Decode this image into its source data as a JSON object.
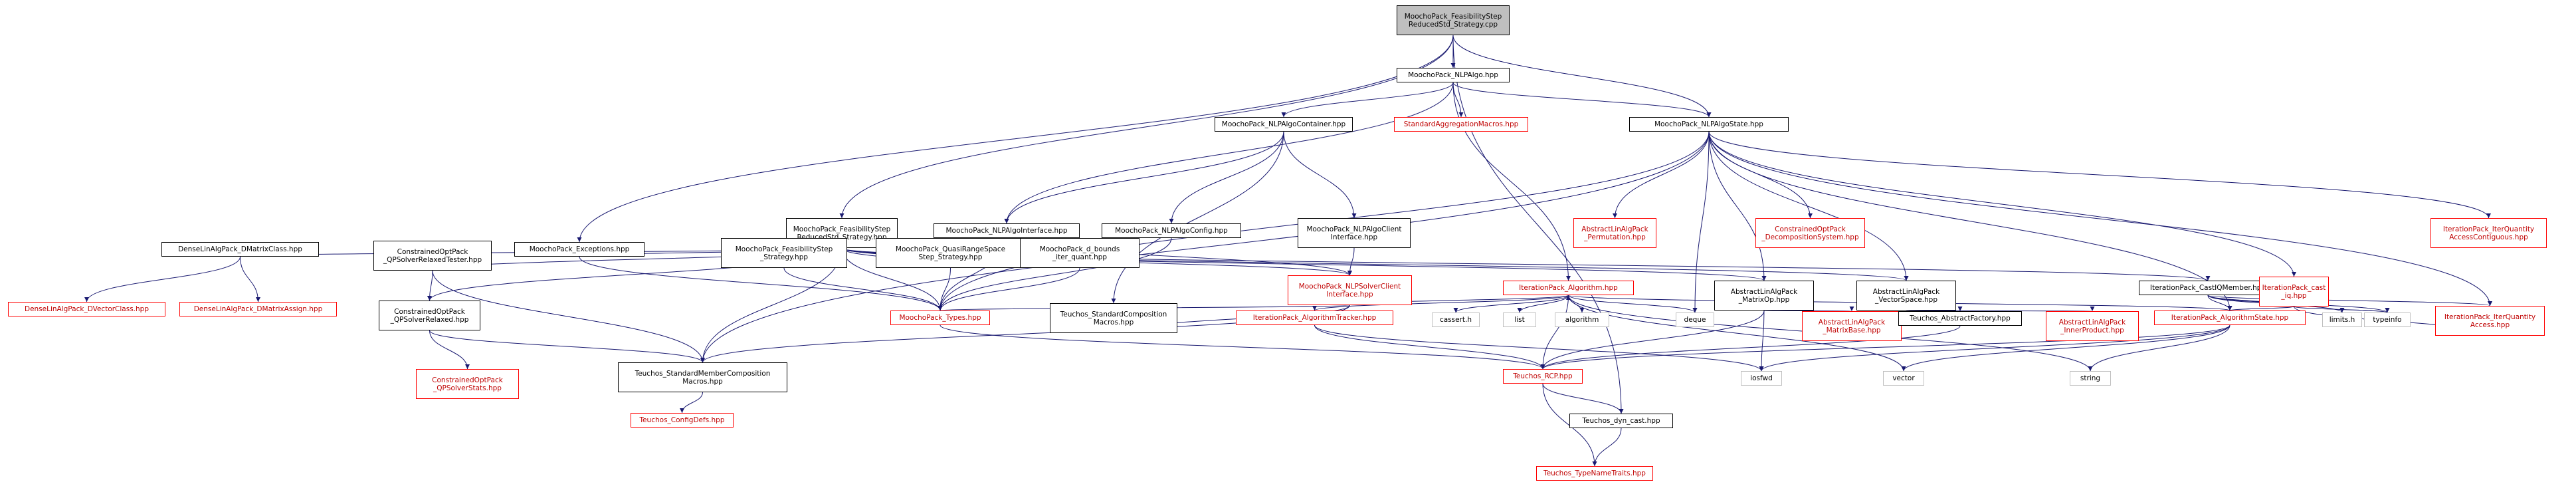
{
  "nodes": {
    "root": {
      "label": "MoochoPack_FeasibilityStep\nReducedStd_Strategy.cpp",
      "style": "root"
    },
    "nlpalgo": {
      "label": "MoochoPack_NLPAlgo.hpp",
      "style": "black"
    },
    "nlpalgocontainer": {
      "label": "MoochoPack_NLPAlgoContainer.hpp",
      "style": "black"
    },
    "stdagg": {
      "label": "StandardAggregationMacros.hpp",
      "style": "red"
    },
    "nlpalgostate": {
      "label": "MoochoPack_NLPAlgoState.hpp",
      "style": "black"
    },
    "fshpp": {
      "label": "MoochoPack_FeasibilityStep\nReducedStd_Strategy.hpp",
      "style": "black"
    },
    "nlpalgointerface": {
      "label": "MoochoPack_NLPAlgoInterface.hpp",
      "style": "black"
    },
    "nlpalgoconfig": {
      "label": "MoochoPack_NLPAlgoConfig.hpp",
      "style": "black"
    },
    "nlpalgoclient": {
      "label": "MoochoPack_NLPAlgoClient\nInterface.hpp",
      "style": "black"
    },
    "perm": {
      "label": "AbstractLinAlgPack\n_Permutation.hpp",
      "style": "red"
    },
    "decomp": {
      "label": "ConstrainedOptPack\n_DecompositionSystem.hpp",
      "style": "red"
    },
    "iqac": {
      "label": "IterationPack_IterQuantity\nAccessContiguous.hpp",
      "style": "red"
    },
    "dmatrixclass": {
      "label": "DenseLinAlgPack_DMatrixClass.hpp",
      "style": "black"
    },
    "qpsrt": {
      "label": "ConstrainedOptPack\n_QPSolverRelaxedTester.hpp",
      "style": "black"
    },
    "exceptions": {
      "label": "MoochoPack_Exceptions.hpp",
      "style": "black"
    },
    "fsstrat": {
      "label": "MoochoPack_FeasibilityStep\n_Strategy.hpp",
      "style": "black"
    },
    "qrange": {
      "label": "MoochoPack_QuasiRangeSpace\nStep_Strategy.hpp",
      "style": "black"
    },
    "dbounds": {
      "label": "MoochoPack_d_bounds\n_iter_quant.hpp",
      "style": "black"
    },
    "nlpsolverclient": {
      "label": "MoochoPack_NLPSolverClient\nInterface.hpp",
      "style": "red"
    },
    "algorithm": {
      "label": "IterationPack_Algorithm.hpp",
      "style": "red"
    },
    "matrixop": {
      "label": "AbstractLinAlgPack\n_MatrixOp.hpp",
      "style": "black"
    },
    "vectorspace": {
      "label": "AbstractLinAlgPack\n_VectorSpace.hpp",
      "style": "black"
    },
    "castiq": {
      "label": "IterationPack_CastIQMember.hpp",
      "style": "black"
    },
    "cast_iq": {
      "label": "IterationPack_cast\n_iq.hpp",
      "style": "red"
    },
    "dvectorclass": {
      "label": "DenseLinAlgPack_DVectorClass.hpp",
      "style": "red"
    },
    "dmatrixassign": {
      "label": "DenseLinAlgPack_DMatrixAssign.hpp",
      "style": "red"
    },
    "qpsr": {
      "label": "ConstrainedOptPack\n_QPSolverRelaxed.hpp",
      "style": "black"
    },
    "types": {
      "label": "MoochoPack_Types.hpp",
      "style": "red"
    },
    "stdcomp": {
      "label": "Teuchos_StandardComposition\nMacros.hpp",
      "style": "black"
    },
    "tracker": {
      "label": "IterationPack_AlgorithmTracker.hpp",
      "style": "red"
    },
    "cassert": {
      "label": "cassert.h",
      "style": "plain"
    },
    "list": {
      "label": "list",
      "style": "plain"
    },
    "algorithm_std": {
      "label": "algorithm",
      "style": "plain"
    },
    "deque": {
      "label": "deque",
      "style": "plain"
    },
    "matrixbase": {
      "label": "AbstractLinAlgPack\n_MatrixBase.hpp",
      "style": "red"
    },
    "absfactory": {
      "label": "Teuchos_AbstractFactory.hpp",
      "style": "black"
    },
    "innerproduct": {
      "label": "AbstractLinAlgPack\n_InnerProduct.hpp",
      "style": "red"
    },
    "algostate": {
      "label": "IterationPack_AlgorithmState.hpp",
      "style": "red"
    },
    "limits": {
      "label": "limits.h",
      "style": "plain"
    },
    "typeinfo": {
      "label": "typeinfo",
      "style": "plain"
    },
    "iqa": {
      "label": "IterationPack_IterQuantity\nAccess.hpp",
      "style": "red"
    },
    "qpstats": {
      "label": "ConstrainedOptPack\n_QPSolverStats.hpp",
      "style": "red"
    },
    "stdmember": {
      "label": "Teuchos_StandardMemberComposition\nMacros.hpp",
      "style": "black"
    },
    "rcp": {
      "label": "Teuchos_RCP.hpp",
      "style": "red"
    },
    "iosfwd": {
      "label": "iosfwd",
      "style": "plain"
    },
    "vector": {
      "label": "vector",
      "style": "plain"
    },
    "string": {
      "label": "string",
      "style": "plain"
    },
    "configdefs": {
      "label": "Teuchos_ConfigDefs.hpp",
      "style": "red"
    },
    "dyncast": {
      "label": "Teuchos_dyn_cast.hpp",
      "style": "black"
    },
    "typenametraits": {
      "label": "Teuchos_TypeNameTraits.hpp",
      "style": "red"
    }
  },
  "edges": [
    [
      "root",
      "nlpalgo"
    ],
    [
      "root",
      "fshpp"
    ],
    [
      "root",
      "nlpalgostate"
    ],
    [
      "root",
      "exceptions"
    ],
    [
      "root",
      "dyncast"
    ],
    [
      "nlpalgo",
      "nlpalgocontainer"
    ],
    [
      "nlpalgo",
      "stdagg"
    ],
    [
      "nlpalgo",
      "nlpalgostate"
    ],
    [
      "nlpalgo",
      "algorithm"
    ],
    [
      "nlpalgo",
      "nlpalgointerface"
    ],
    [
      "nlpalgocontainer",
      "nlpalgointerface"
    ],
    [
      "nlpalgocontainer",
      "nlpalgoconfig"
    ],
    [
      "nlpalgocontainer",
      "nlpalgoclient"
    ],
    [
      "nlpalgocontainer",
      "stdcomp"
    ],
    [
      "nlpalgostate",
      "perm"
    ],
    [
      "nlpalgostate",
      "decomp"
    ],
    [
      "nlpalgostate",
      "iqac"
    ],
    [
      "nlpalgostate",
      "cast_iq"
    ],
    [
      "nlpalgostate",
      "matrixop"
    ],
    [
      "nlpalgostate",
      "vectorspace"
    ],
    [
      "nlpalgostate",
      "deque"
    ],
    [
      "nlpalgostate",
      "types"
    ],
    [
      "nlpalgostate",
      "algostate"
    ],
    [
      "nlpalgostate",
      "iqa"
    ],
    [
      "nlpalgostate",
      "stdmember"
    ],
    [
      "fshpp",
      "dmatrixclass"
    ],
    [
      "fshpp",
      "qpsrt"
    ],
    [
      "fshpp",
      "qpsr"
    ],
    [
      "fshpp",
      "exceptions"
    ],
    [
      "fshpp",
      "fsstrat"
    ],
    [
      "fshpp",
      "qrange"
    ],
    [
      "fshpp",
      "dbounds"
    ],
    [
      "fshpp",
      "nlpsolverclient"
    ],
    [
      "fshpp",
      "matrixop"
    ],
    [
      "fshpp",
      "vectorspace"
    ],
    [
      "fshpp",
      "castiq"
    ],
    [
      "fshpp",
      "types"
    ],
    [
      "fshpp",
      "stdmember"
    ],
    [
      "nlpalgointerface",
      "types"
    ],
    [
      "nlpalgointerface",
      "nlpsolverclient"
    ],
    [
      "nlpalgoconfig",
      "types"
    ],
    [
      "nlpalgoclient",
      "nlpsolverclient"
    ],
    [
      "dmatrixclass",
      "dvectorclass"
    ],
    [
      "dmatrixclass",
      "dmatrixassign"
    ],
    [
      "qpsrt",
      "qpsr"
    ],
    [
      "qpsrt",
      "stdmember"
    ],
    [
      "exceptions",
      "types"
    ],
    [
      "fsstrat",
      "types"
    ],
    [
      "qrange",
      "types"
    ],
    [
      "dbounds",
      "types"
    ],
    [
      "nlpsolverclient",
      "types"
    ],
    [
      "nlpsolverclient",
      "stdcomp"
    ],
    [
      "nlpsolverclient",
      "stdmember"
    ],
    [
      "nlpsolverclient",
      "algorithm"
    ],
    [
      "algorithm",
      "tracker"
    ],
    [
      "algorithm",
      "cassert"
    ],
    [
      "algorithm",
      "list"
    ],
    [
      "algorithm",
      "algorithm_std"
    ],
    [
      "algorithm",
      "deque"
    ],
    [
      "algorithm",
      "algostate"
    ],
    [
      "algorithm",
      "rcp"
    ],
    [
      "algorithm",
      "vector"
    ],
    [
      "algorithm",
      "string"
    ],
    [
      "matrixop",
      "matrixbase"
    ],
    [
      "matrixop",
      "iosfwd"
    ],
    [
      "matrixop",
      "rcp"
    ],
    [
      "vectorspace",
      "absfactory"
    ],
    [
      "vectorspace",
      "innerproduct"
    ],
    [
      "castiq",
      "cast_iq"
    ],
    [
      "castiq",
      "algostate"
    ],
    [
      "castiq",
      "limits"
    ],
    [
      "castiq",
      "typeinfo"
    ],
    [
      "castiq",
      "iqa"
    ],
    [
      "cast_iq",
      "algostate"
    ],
    [
      "cast_iq",
      "iqa"
    ],
    [
      "cast_iq",
      "typeinfo"
    ],
    [
      "qpsr",
      "qpstats"
    ],
    [
      "qpsr",
      "stdmember"
    ],
    [
      "types",
      "rcp"
    ],
    [
      "tracker",
      "rcp"
    ],
    [
      "tracker",
      "iosfwd"
    ],
    [
      "absfactory",
      "rcp"
    ],
    [
      "algostate",
      "rcp"
    ],
    [
      "algostate",
      "iosfwd"
    ],
    [
      "algostate",
      "vector"
    ],
    [
      "algostate",
      "string"
    ],
    [
      "stdmember",
      "configdefs"
    ],
    [
      "rcp",
      "dyncast"
    ],
    [
      "rcp",
      "typenametraits"
    ],
    [
      "dyncast",
      "typenametraits"
    ]
  ]
}
